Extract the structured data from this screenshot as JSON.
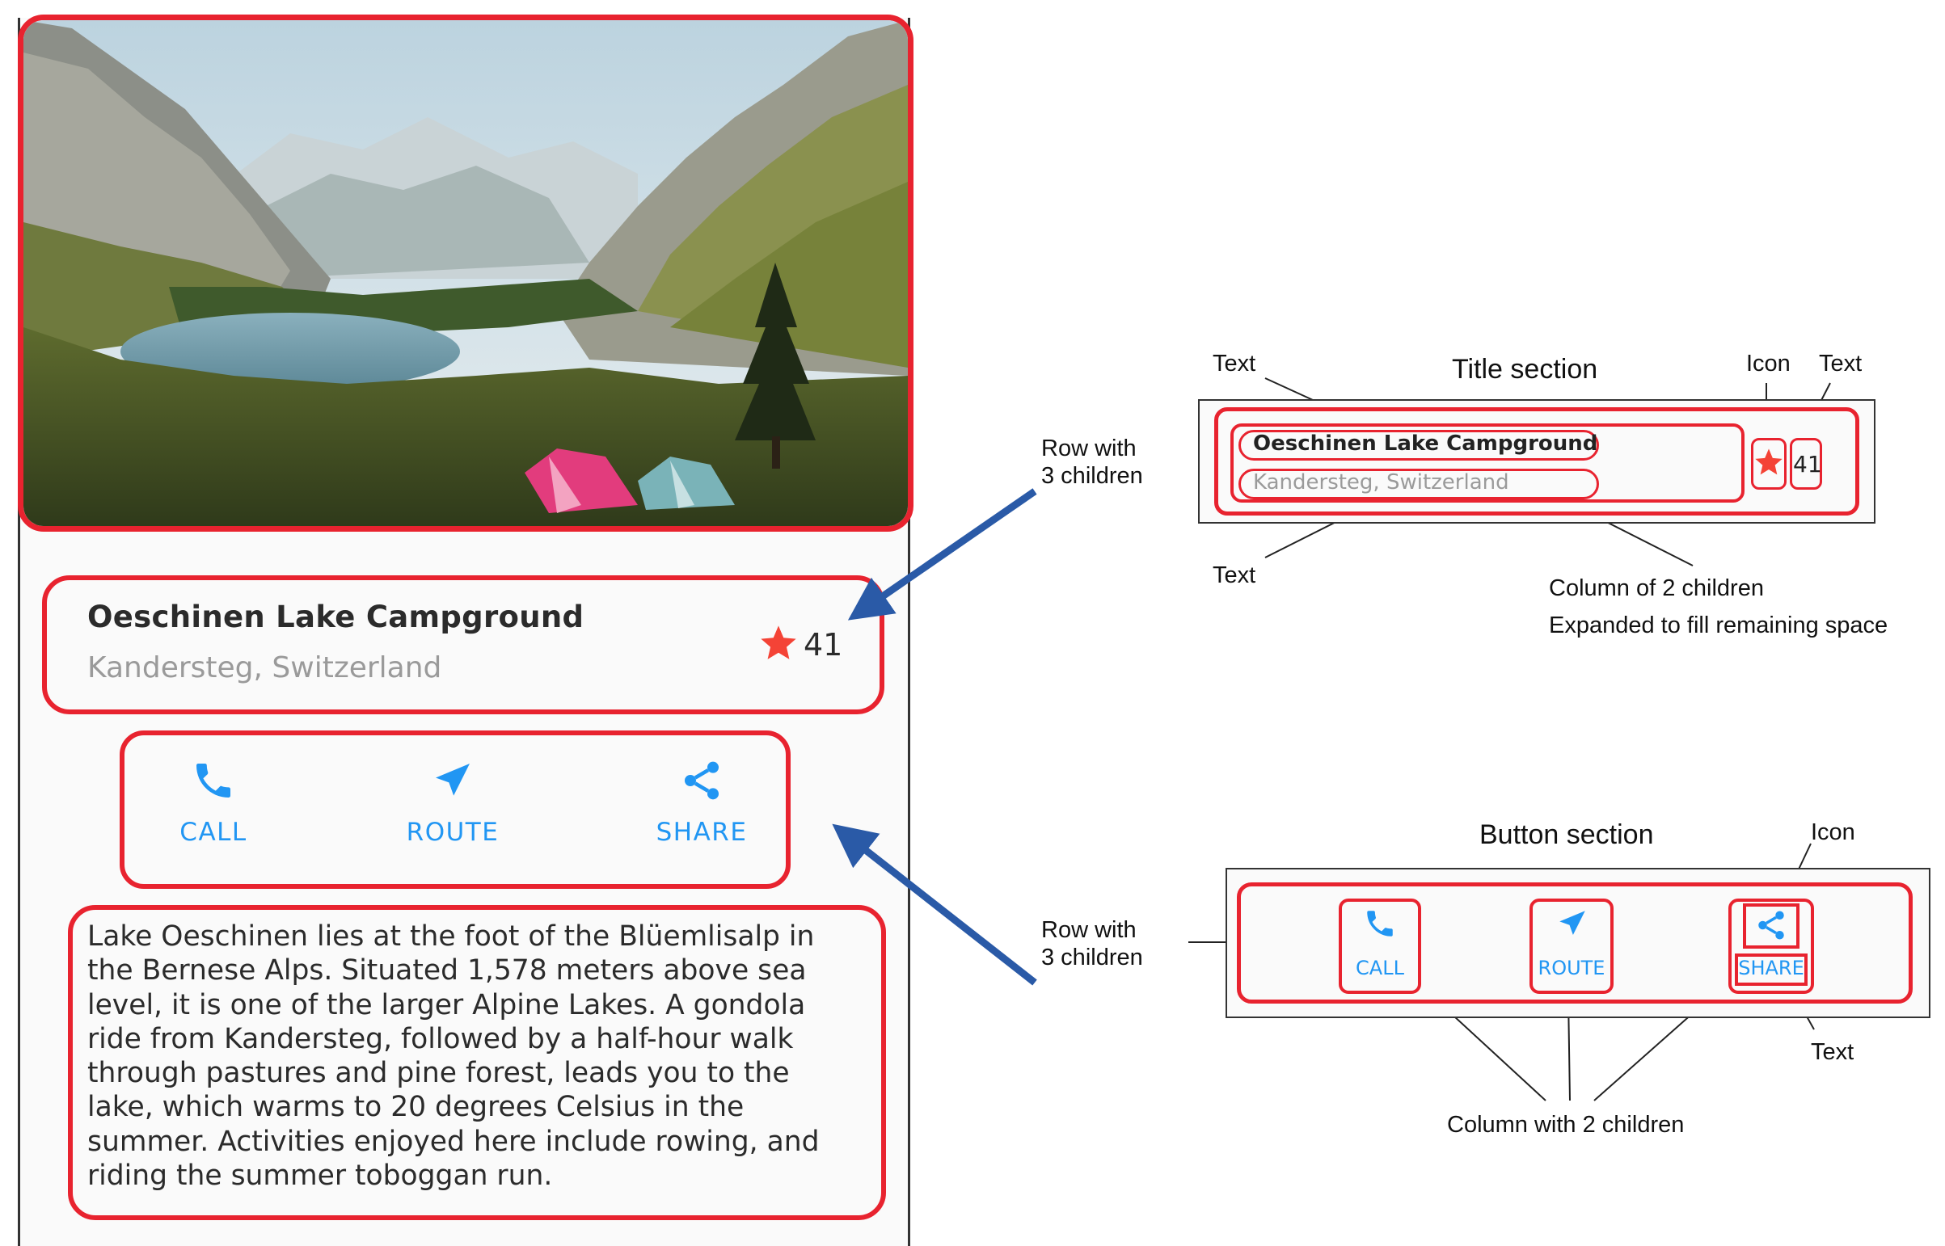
{
  "app": {
    "place_name": "Oeschinen Lake Campground",
    "place_location": "Kandersteg, Switzerland",
    "rating_count": "41",
    "buttons": [
      {
        "label": "CALL",
        "icon": "phone-icon"
      },
      {
        "label": "ROUTE",
        "icon": "navigation-arrow-icon"
      },
      {
        "label": "SHARE",
        "icon": "share-icon"
      }
    ],
    "description": "Lake Oeschinen lies at the foot of the Blüemlisalp in the Bernese Alps. Situated 1,578 meters above sea level, it is one of the larger Alpine Lakes. A gondola ride from Kandersteg, followed by a half-hour walk through pastures and pine forest, leads you to the lake, which warms to 20 degrees Celsius in the summer. Activities enjoyed here include rowing, and riding the summer toboggan run.",
    "accent_color": "#2196f3",
    "star_color": "#f44336",
    "outline_color": "#e8232f"
  },
  "title_diagram": {
    "heading": "Title section",
    "text_label_top": "Text",
    "icon_label": "Icon",
    "text_label_right": "Text",
    "row_label": "Row with\n3 children",
    "text_label_bottom": "Text",
    "column_label": "Column of 2 children",
    "expanded_label": "Expanded to fill remaining space",
    "name": "Oeschinen Lake Campground",
    "location": "Kandersteg, Switzerland",
    "count": "41"
  },
  "button_diagram": {
    "heading": "Button section",
    "icon_label": "Icon",
    "row_label": "Row with\n3 children",
    "text_label": "Text",
    "column_label": "Column with 2 children",
    "buttons": [
      "CALL",
      "ROUTE",
      "SHARE"
    ]
  }
}
